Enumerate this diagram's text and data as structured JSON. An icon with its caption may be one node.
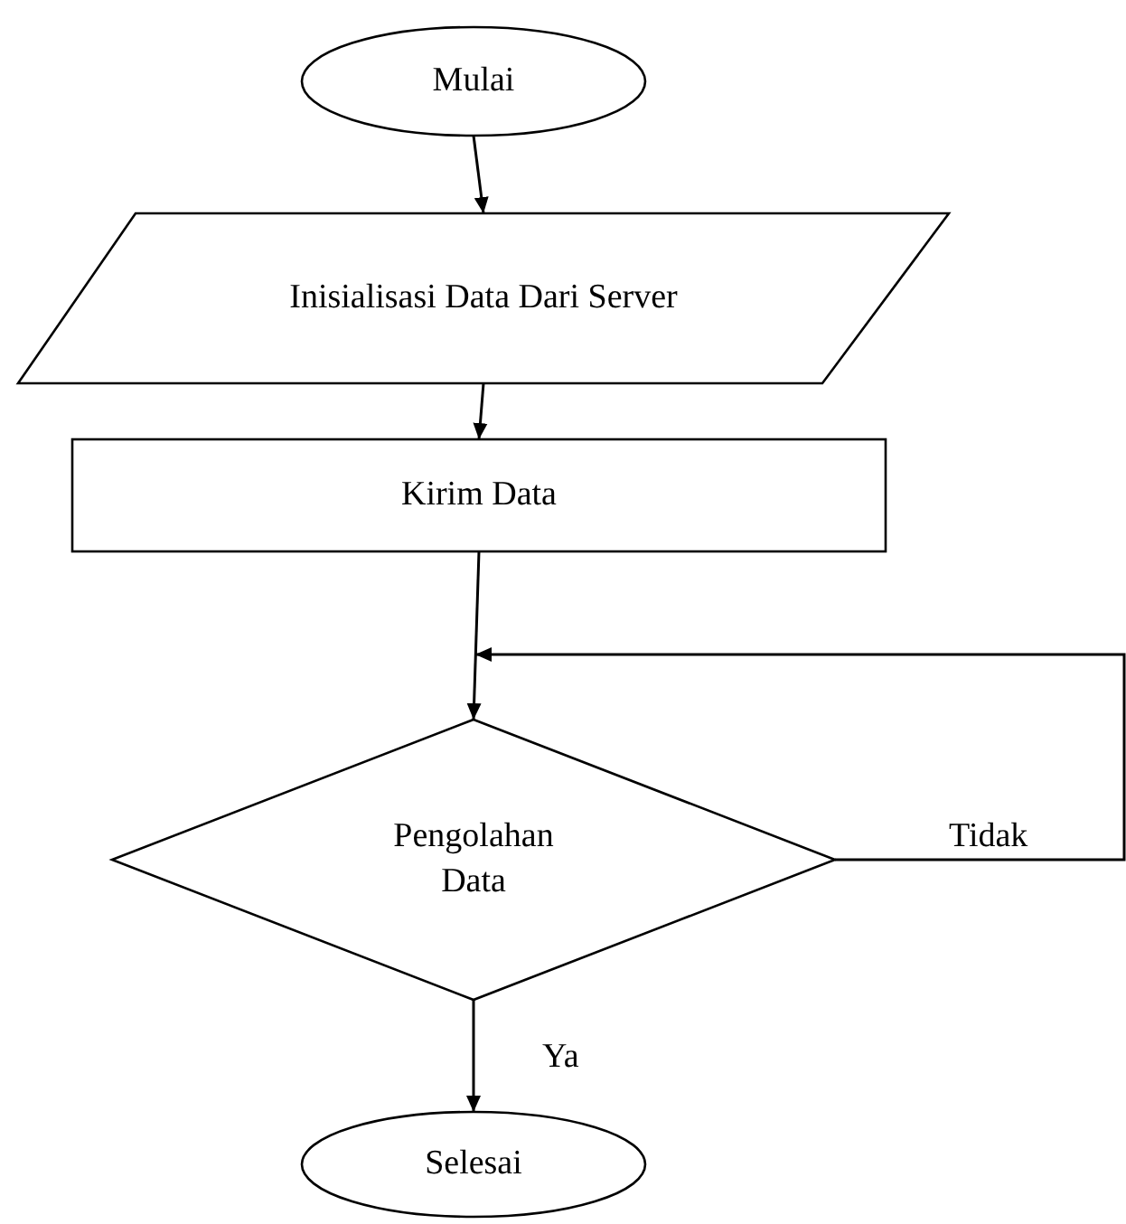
{
  "diagram": {
    "nodes": [
      {
        "text": [
          "Mulai"
        ]
      },
      {
        "text": [
          "Inisialisasi Data Dari Server"
        ]
      },
      {
        "text": [
          "Kirim Data"
        ]
      },
      {
        "text": [
          "Pengolahan Data"
        ]
      },
      {
        "text": [
          "Selesai"
        ]
      }
    ],
    "edges": [
      {
        "from": 0,
        "to": 1,
        "arrow": "to"
      },
      {
        "from": 1,
        "to": 2,
        "arrow": "to"
      },
      {
        "from": 2,
        "to": 3,
        "arrow": "to"
      },
      {
        "from": 3,
        "to": 4,
        "arrow": "to",
        "label": "Ya"
      },
      {
        "from": 3,
        "to": 3,
        "arrow": "to",
        "label": "Tidak"
      }
    ]
  }
}
